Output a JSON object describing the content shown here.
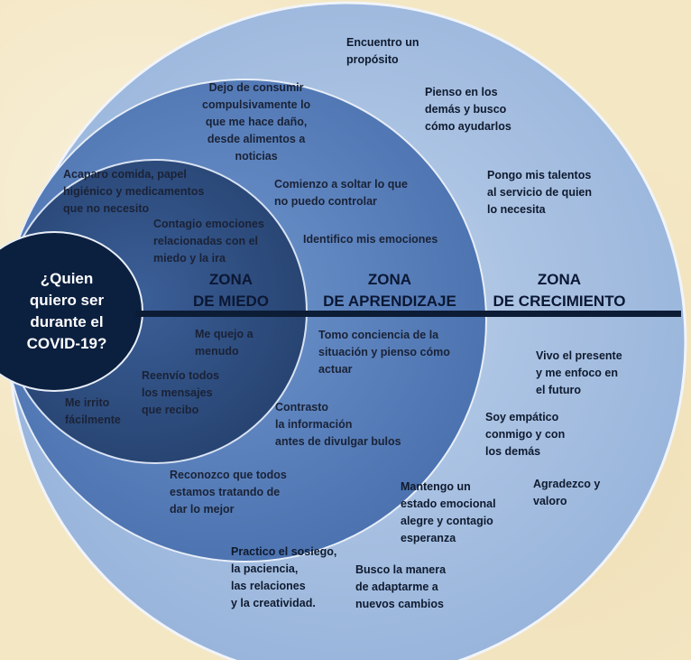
{
  "diagram": {
    "colors": {
      "background": "#f4e7c4",
      "outer_circle": "#a9c1e2",
      "middle_circle": "#5f86c3",
      "inner_circle": "#2f4f84",
      "center_circle": "#0b1f3f",
      "axis_line": "#0c1c35"
    },
    "center_question": "¿Quien\nquiero ser\ndurante el\nCOVID-19?",
    "zones": {
      "fear": "ZONA\nDE MIEDO",
      "learning": "ZONA\nDE APRENDIZAJE",
      "growth": "ZONA\nDE CRECIMIENTO"
    },
    "fear_items": [
      "Acaparo comida, papel\nhigiénico y medicamentos\nque no necesito",
      "Contagio emociones\nrelacionadas con el\nmiedo y la ira",
      "Me quejo a\nmenudo",
      "Reenvío todos\nlos mensajes\nque recibo",
      "Me irrito\nfácilmente"
    ],
    "learning_items": [
      "Dejo de consumir\ncompulsivamente lo\nque me hace daño,\ndesde alimentos a\nnoticias",
      "Comienzo a soltar lo que\nno puedo controlar",
      "Identifico mis emociones",
      "Tomo conciencia de la\nsituación y pienso cómo\nactuar",
      "Contrasto\nla información\nantes de divulgar bulos",
      "Reconozco que todos\nestamos tratando de\ndar lo mejor"
    ],
    "growth_items": [
      "Encuentro un\npropósito",
      "Pienso en los\ndemás y busco\ncómo ayudarlos",
      "Pongo mis talentos\nal servicio de quien\nlo necesita",
      "Vivo el presente\ny me enfoco en\nel futuro",
      "Soy empático\nconmigo y con\nlos demás",
      "Agradezco y\nvaloro",
      "Mantengo un\nestado emocional\nalegre y contagio\nesperanza",
      "Practico el sosiego,\nla paciencia,\nlas relaciones\ny la creatividad.",
      "Busco la manera\nde adaptarme a\nnuevos cambios"
    ]
  }
}
